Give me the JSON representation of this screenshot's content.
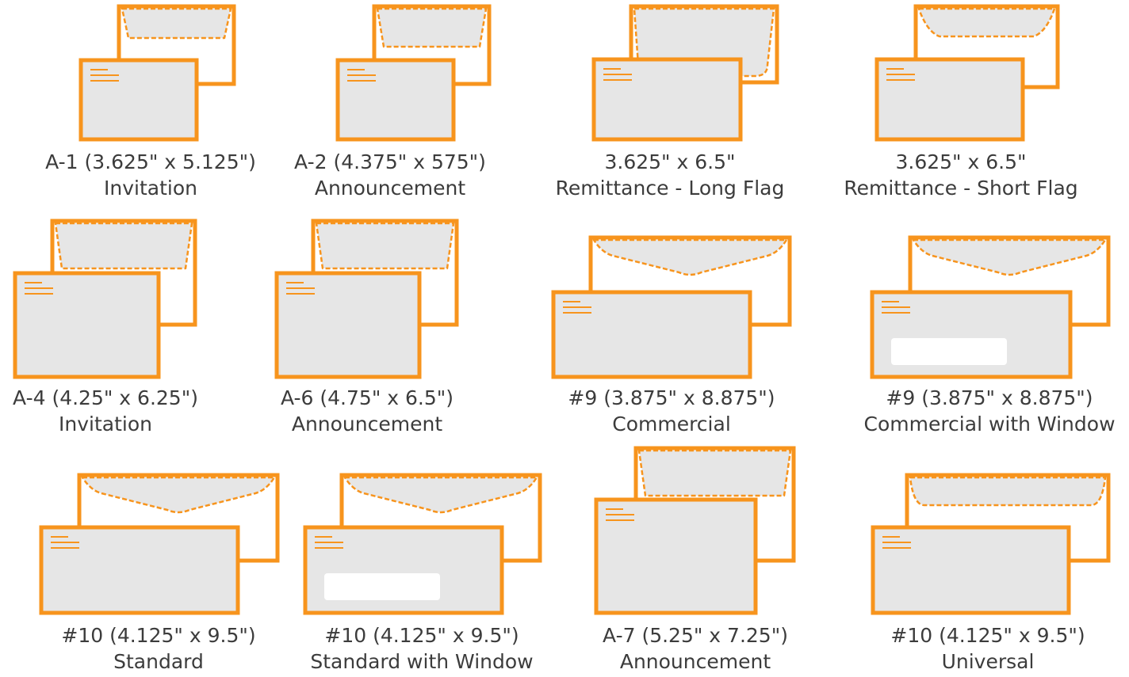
{
  "colors": {
    "outline": "#F7941D",
    "paper": "#E6E6E6",
    "window": "#FFFFFF",
    "text": "#3C3C3C"
  },
  "envelopes": [
    {
      "id": "a1",
      "size": "A-1 (3.625\" x 5.125\")",
      "name": "Invitation",
      "flap": "tapered-short",
      "window": false
    },
    {
      "id": "a2",
      "size": "A-2 (4.375\" x 575\")",
      "name": "Announcement",
      "flap": "tapered-long",
      "window": false
    },
    {
      "id": "rem-long",
      "size": "3.625\" x 6.5\"",
      "name": "Remittance - Long Flag",
      "flap": "long-flag",
      "window": false
    },
    {
      "id": "rem-short",
      "size": "3.625\" x 6.5\"",
      "name": "Remittance - Short Flag",
      "flap": "short-flag",
      "window": false
    },
    {
      "id": "a4",
      "size": "A-4 (4.25\" x 6.25\")",
      "name": "Invitation",
      "flap": "tapered-long",
      "window": false
    },
    {
      "id": "a6",
      "size": "A-6 (4.75\" x 6.5\")",
      "name": "Announcement",
      "flap": "tapered-long",
      "window": false
    },
    {
      "id": "n9",
      "size": "#9 (3.875\" x 8.875\")",
      "name": "Commercial",
      "flap": "commercial",
      "window": false
    },
    {
      "id": "n9w",
      "size": "#9 (3.875\" x 8.875\")",
      "name": "Commercial with Window",
      "flap": "commercial",
      "window": true
    },
    {
      "id": "n10",
      "size": "#10 (4.125\" x 9.5\")",
      "name": "Standard",
      "flap": "commercial",
      "window": false
    },
    {
      "id": "n10w",
      "size": "#10 (4.125\" x 9.5\")",
      "name": "Standard with Window",
      "flap": "commercial",
      "window": true
    },
    {
      "id": "a7",
      "size": "A-7 (5.25\" x 7.25\")",
      "name": "Announcement",
      "flap": "tapered-long",
      "window": false
    },
    {
      "id": "n10u",
      "size": "#10 (4.125\" x 9.5\")",
      "name": "Universal",
      "flap": "universal",
      "window": false
    }
  ]
}
